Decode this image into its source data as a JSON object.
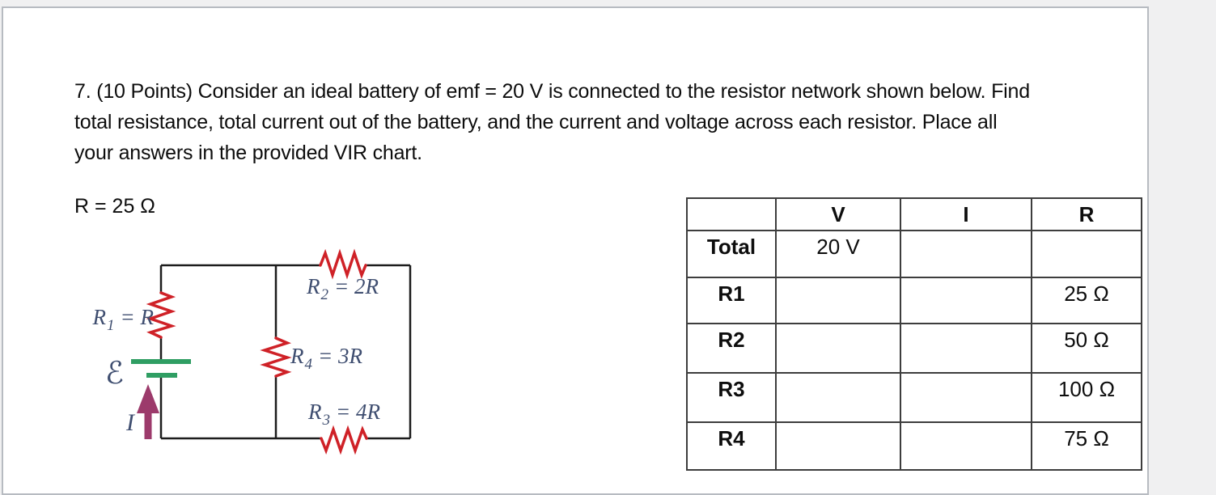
{
  "question": {
    "lines": [
      "7. (10 Points) Consider an ideal battery of emf = 20 V is connected to the resistor network shown below. Find",
      "total resistance, total current out of the battery, and the current and voltage across each resistor. Place all",
      "your answers in the provided VIR chart."
    ],
    "given": "R = 25 Ω"
  },
  "circuit": {
    "labels": {
      "r1": {
        "base": "R",
        "sub": "1",
        "rest": "= R"
      },
      "r2": {
        "base": "R",
        "sub": "2",
        "rest": "= 2R"
      },
      "r4": {
        "base": "R",
        "sub": "4",
        "rest": "= 3R"
      },
      "r3": {
        "base": "R",
        "sub": "3",
        "rest": "= 4R"
      },
      "emf": "ℰ",
      "current": "I"
    },
    "colors": {
      "resistor": "#cf2127",
      "battery": "#2f9e63",
      "current_arrow": "#9c3a6b",
      "wire": "#1c1c1c",
      "label_text": "#3f4e70"
    }
  },
  "vir_table": {
    "headers": {
      "v": "V",
      "i": "I",
      "r": "R"
    },
    "rows": [
      {
        "label": "Total",
        "v": "20 V",
        "i": "",
        "r": ""
      },
      {
        "label": "R1",
        "v": "",
        "i": "",
        "r": "25 Ω"
      },
      {
        "label": "R2",
        "v": "",
        "i": "",
        "r": "50 Ω"
      },
      {
        "label": "R3",
        "v": "",
        "i": "",
        "r": "100 Ω"
      },
      {
        "label": "R4",
        "v": "",
        "i": "",
        "r": "75 Ω"
      }
    ]
  }
}
